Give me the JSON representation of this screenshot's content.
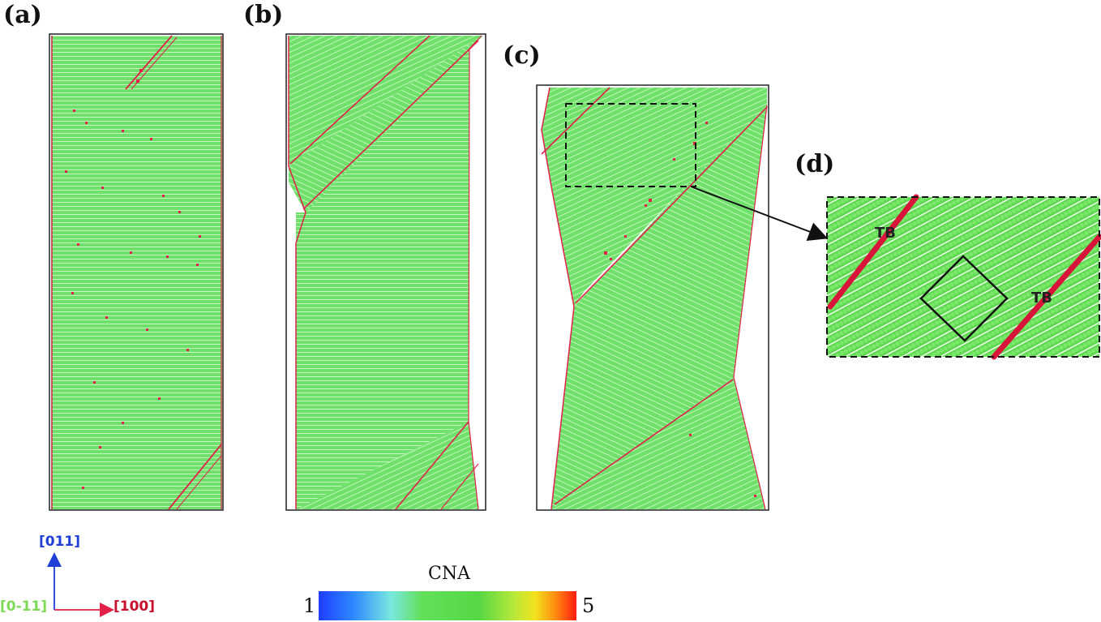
{
  "panels": {
    "a": {
      "label": "(a)"
    },
    "b": {
      "label": "(b)"
    },
    "c": {
      "label": "(c)"
    },
    "d": {
      "label": "(d)",
      "twin_boundary_label": "TB"
    }
  },
  "axes": {
    "vertical": {
      "label": "[011]",
      "color": "#1f3fd6"
    },
    "horizontal": {
      "label": "[100]",
      "color": "#c8102e"
    },
    "normal": {
      "label": "[0-11]",
      "color": "#7ed957"
    }
  },
  "colorbar": {
    "title": "CNA",
    "min_label": "1",
    "max_label": "5",
    "stops": [
      "#1e3cff",
      "#2f8cff",
      "#79e8e0",
      "#62e05a",
      "#55d845",
      "#b9e83a",
      "#f2e21c",
      "#ff8a10",
      "#ff1a10"
    ]
  },
  "colors": {
    "fcc_green": "#6fe06a",
    "defect_red": "#e2204a",
    "frame": "#222222"
  }
}
